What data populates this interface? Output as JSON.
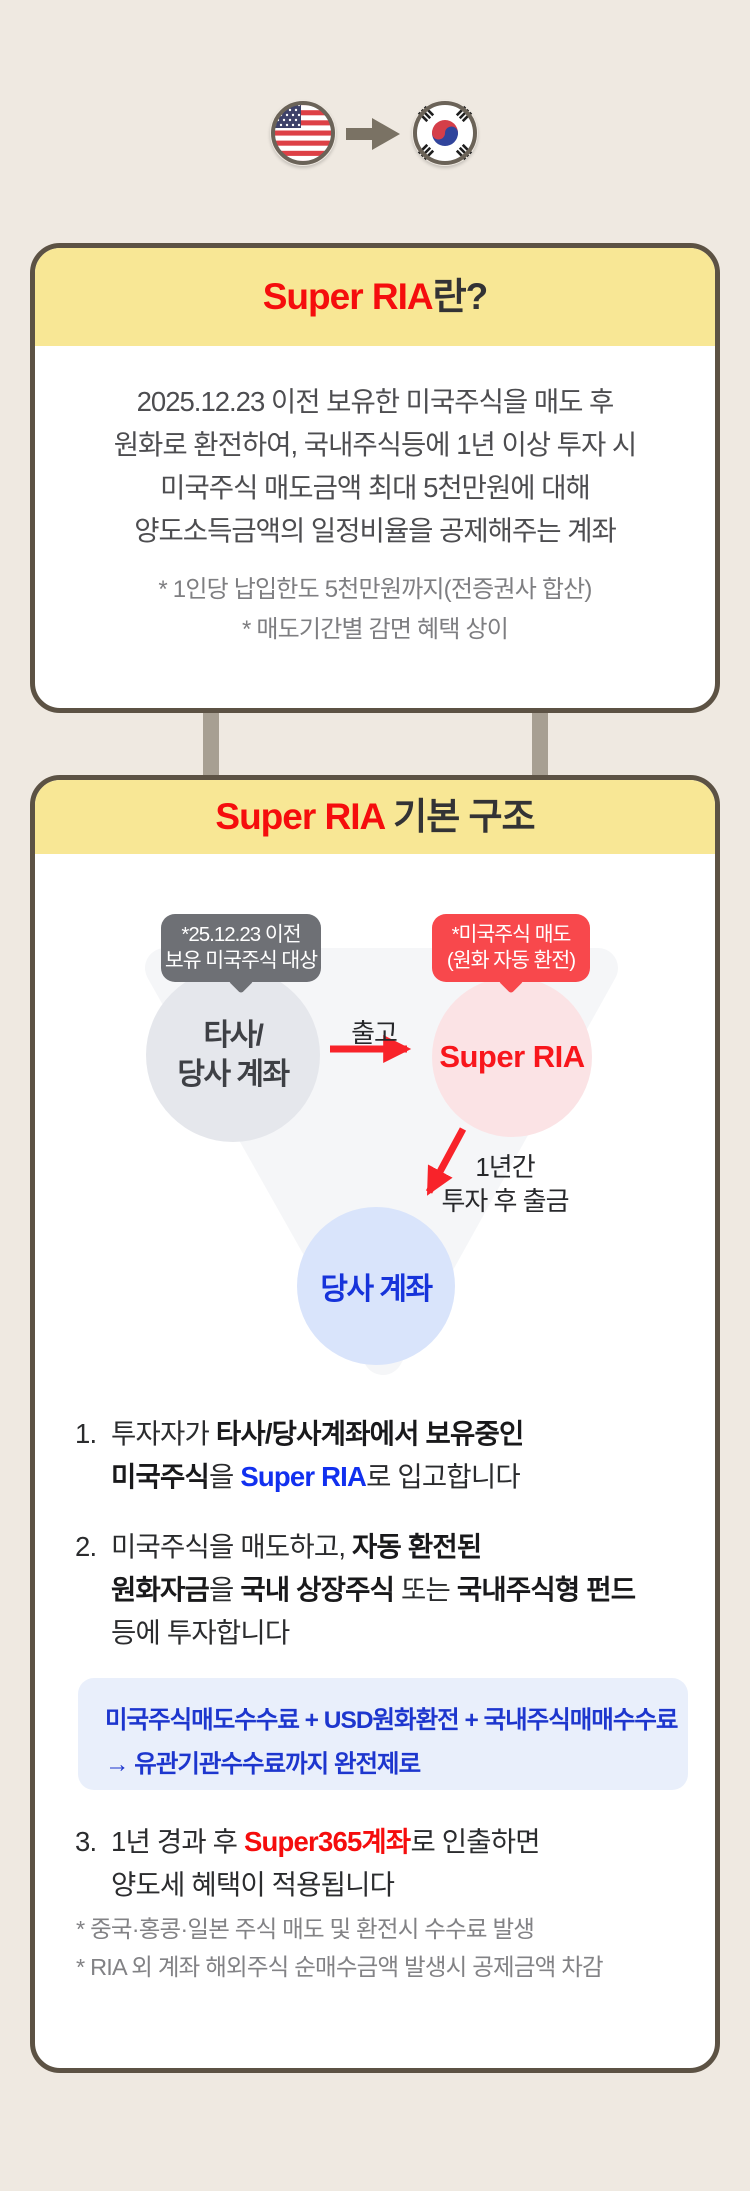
{
  "colors": {
    "background": "#efe9e1",
    "card_border": "#5c5244",
    "header_yellow": "#f8e795",
    "accent_red": "#f50d0d",
    "arrow_red": "#f8232a",
    "bubble_gray": "#6e7075",
    "bubble_red": "#f8484c",
    "circle_gray": "#e5e7ec",
    "circle_pink": "#fbe3e5",
    "circle_blue": "#d9e4fb",
    "accent_blue": "#1130ef",
    "fee_box_bg": "#e9effb",
    "fee_box_text": "#1d36ce"
  },
  "icons": {
    "us_flag": "us-flag-icon",
    "flow_arrow": "arrow-right-icon",
    "korea_flag": "korea-flag-icon"
  },
  "card1": {
    "title": {
      "highlight": "Super RIA",
      "rest": "란?"
    },
    "body_lines": [
      "2025.12.23 이전 보유한 미국주식을 매도 후",
      "원화로 환전하여, 국내주식등에 1년 이상 투자 시",
      "미국주식 매도금액 최대 5천만원에 대해",
      "양도소득금액의 일정비율을 공제해주는 계좌"
    ],
    "notes": [
      "* 1인당 납입한도 5천만원까지(전증권사 합산)",
      "* 매도기간별 감면 혜택 상이"
    ]
  },
  "card2": {
    "title": {
      "highlight": "Super RIA",
      "rest": " 기본 구조"
    },
    "diagram": {
      "left_bubble": [
        "*25.12.23 이전",
        "보유 미국주식 대상"
      ],
      "right_bubble": [
        "*미국주식 매도",
        "(원화 자동 환전)"
      ],
      "left_circle": [
        "타사/",
        "당사 계좌"
      ],
      "right_circle": "Super RIA",
      "bottom_circle": "당사 계좌",
      "transfer_label": "출고",
      "withdraw_label": [
        "1년간",
        "투자 후 출금"
      ]
    },
    "step1": {
      "num": "1.",
      "l1a": "투자자가 ",
      "l1b": "타사/당사계좌에서 보유중인",
      "l2a": "미국주식",
      "l2b": "을 ",
      "l2c": "Super RIA",
      "l2d": "로 입고합니다"
    },
    "step2": {
      "num": "2.",
      "l1a": "미국주식을 매도하고, ",
      "l1b": "자동 환전된",
      "l2a": "원화자금",
      "l2b": "을 ",
      "l2c": "국내 상장주식",
      "l2d": " 또는 ",
      "l2e": "국내주식형 펀드",
      "l3": "등에 투자합니다"
    },
    "fee_box": {
      "line1": "미국주식매도수수료 + USD원화환전 + 국내주식매매수수료",
      "line2": "→ 유관기관수수료까지 완전제로"
    },
    "step3": {
      "num": "3.",
      "l1a": "1년 경과 후 ",
      "l1b": "Super365계좌",
      "l1c": "로 인출하면",
      "l2": "양도세 혜택이 적용됩니다"
    },
    "notes": [
      "* 중국·홍콩·일본 주식 매도 및 환전시 수수료 발생",
      "* RIA 외 계좌 해외주식 순매수금액 발생시 공제금액 차감"
    ]
  }
}
